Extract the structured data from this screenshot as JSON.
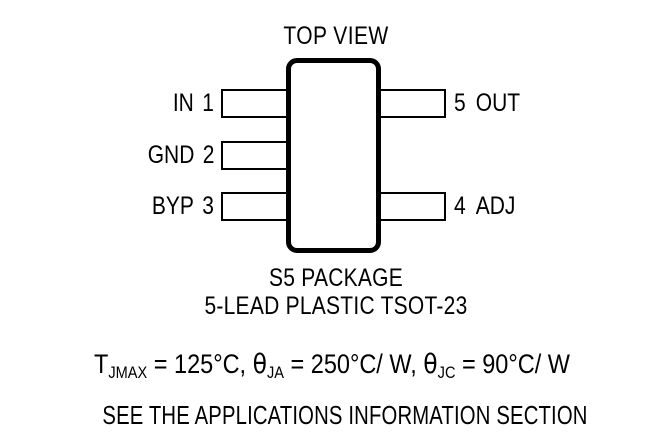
{
  "diagram": {
    "title": "TOP VIEW",
    "package_name": "S5 PACKAGE",
    "package_description": "5-LEAD PLASTIC TSOT-23",
    "applications_note": "SEE THE APPLICATIONS INFORMATION SECTION",
    "pins": {
      "left": [
        {
          "number": "1",
          "name": "IN"
        },
        {
          "number": "2",
          "name": "GND"
        },
        {
          "number": "3",
          "name": "BYP"
        }
      ],
      "right": [
        {
          "number": "5",
          "name": "OUT"
        },
        {
          "number": "4",
          "name": "ADJ"
        }
      ]
    },
    "thermal": {
      "tjmax_symbol": "T",
      "tjmax_subscript": "JMAX",
      "tjmax_value": " = 125°C, ",
      "theta_ja_symbol": "θ",
      "theta_ja_subscript": "JA",
      "theta_ja_value": " = 250°C/ W, ",
      "theta_jc_symbol": "θ",
      "theta_jc_subscript": "JC",
      "theta_jc_value": " = 90°C/ W"
    },
    "colors": {
      "ink": "#000000",
      "background": "#ffffff"
    }
  }
}
